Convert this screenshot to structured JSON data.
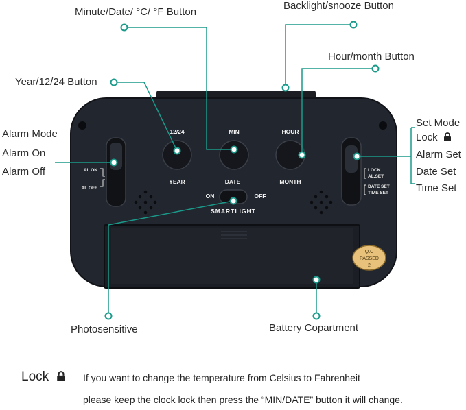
{
  "accent_color": "#1a9a8a",
  "callouts": {
    "minute_date": "Minute/Date/ °C/ °F Button",
    "backlight": "Backlight/snooze Button",
    "hour_month": "Hour/month Button",
    "year_12_24": "Year/12/24 Button",
    "alarm_mode": "Alarm Mode",
    "alarm_on": "Alarm On",
    "alarm_off": "Alarm Off",
    "set_mode": "Set Mode",
    "lock": "Lock",
    "alarm_set": "Alarm Set",
    "date_set": "Date Set",
    "time_set": "Time Set",
    "photosensitive": "Photosensitive",
    "battery": "Battery Copartment"
  },
  "device": {
    "btn_12_24_top": "12/24",
    "btn_12_24_bottom": "YEAR",
    "btn_min_top": "MIN",
    "btn_min_bottom": "DATE",
    "btn_hour_top": "HOUR",
    "btn_hour_bottom": "MONTH",
    "al_on": "AL.ON",
    "al_off": "AL.OFF",
    "lock_label": "LOCK",
    "al_set": "AL.SET",
    "date_set": "DATE SET",
    "time_set": "TIME SET",
    "light_on": "ON",
    "light_off": "OFF",
    "smartlight": "SMARTLIGHT",
    "qc_line1": "Q.C",
    "qc_line2": "PASSED",
    "qc_line3": "2"
  },
  "note": {
    "title": "Lock",
    "line1": "If you want to change the temperature from Celsius to Fahrenheit",
    "line2": "please keep the clock lock then press the “MIN/DATE” button it will change."
  },
  "icons": {
    "lock": "padlock-icon",
    "callout_dot": "ring-icon"
  }
}
